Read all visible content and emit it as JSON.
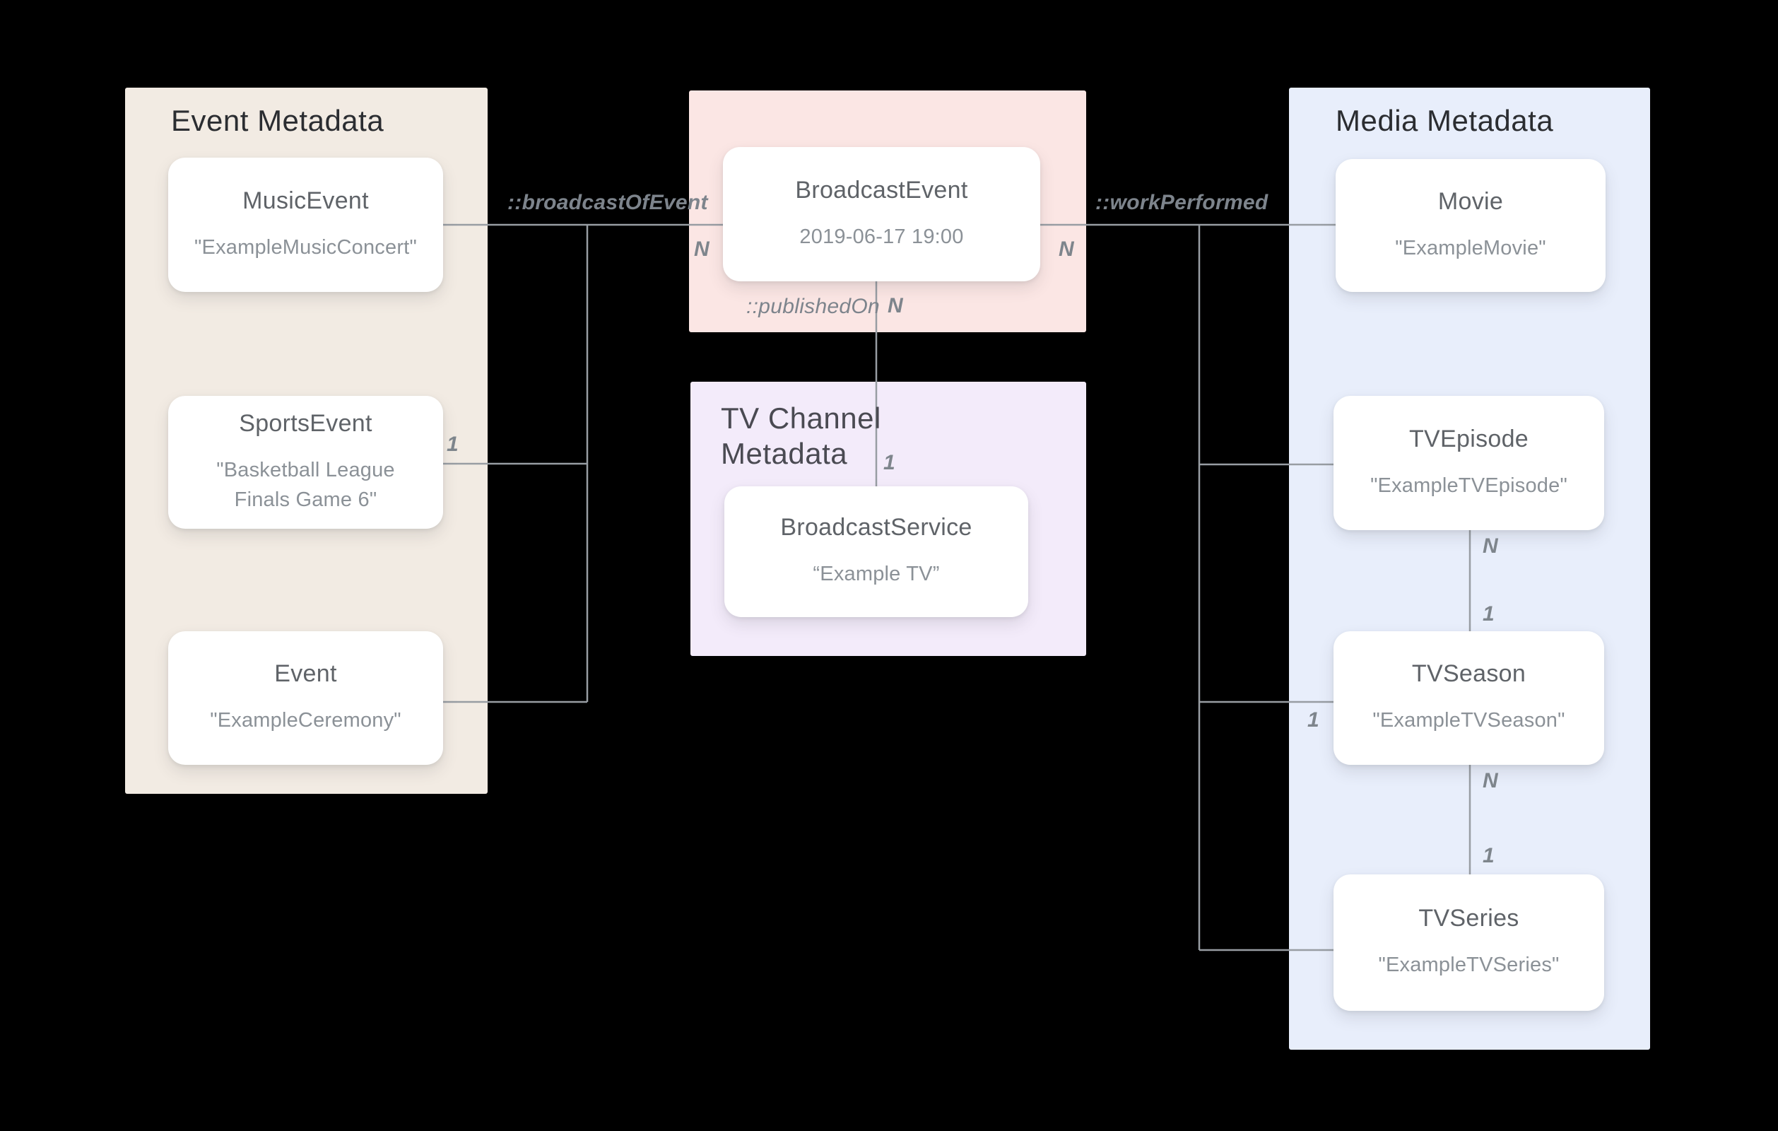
{
  "colors": {
    "background": "#000000",
    "panel_event": "#F2EBE3",
    "panel_broadcast": "#FBE6E4",
    "panel_tv_channel": "#F3EBFA",
    "panel_media": "#E8EEFB",
    "card_background": "#FFFFFF",
    "connector_line": "#989DA3",
    "panel_title_text": "#2B2D31",
    "card_title_text": "#5F6368",
    "card_subtitle_text": "#8B9197",
    "edge_label_text": "#7D848C"
  },
  "panels": {
    "event": {
      "title": "Event Metadata"
    },
    "tv_channel": {
      "title": "TV Channel Metadata"
    },
    "media": {
      "title": "Media Metadata"
    }
  },
  "cards": {
    "music_event": {
      "title": "MusicEvent",
      "subtitle": "\"ExampleMusicConcert\""
    },
    "sports_event": {
      "title": "SportsEvent",
      "subtitle": "\"Basketball League Finals Game 6\""
    },
    "event": {
      "title": "Event",
      "subtitle": "\"ExampleCeremony\""
    },
    "broadcast_event": {
      "title": "BroadcastEvent",
      "subtitle": "2019-06-17 19:00"
    },
    "broadcast_service": {
      "title": "BroadcastService",
      "subtitle": "“Example TV”"
    },
    "movie": {
      "title": "Movie",
      "subtitle": "\"ExampleMovie\""
    },
    "tv_episode": {
      "title": "TVEpisode",
      "subtitle": "\"ExampleTVEpisode\""
    },
    "tv_season": {
      "title": "TVSeason",
      "subtitle": "\"ExampleTVSeason\""
    },
    "tv_series": {
      "title": "TVSeries",
      "subtitle": "\"ExampleTVSeries\""
    }
  },
  "edges": {
    "broadcast_of_event": {
      "label": "::broadcastOfEvent"
    },
    "work_performed": {
      "label": "::workPerformed"
    },
    "published_on": {
      "label": "::publishedOn"
    }
  },
  "cardinalities": {
    "broadcast_left_n": "N",
    "broadcast_right_n": "N",
    "published_on_n": "N",
    "published_on_1": "1",
    "sports_event_1": "1",
    "tv_season_left_1": "1",
    "episode_season_n": "N",
    "episode_season_1": "1",
    "season_series_n": "N",
    "season_series_1": "1"
  }
}
